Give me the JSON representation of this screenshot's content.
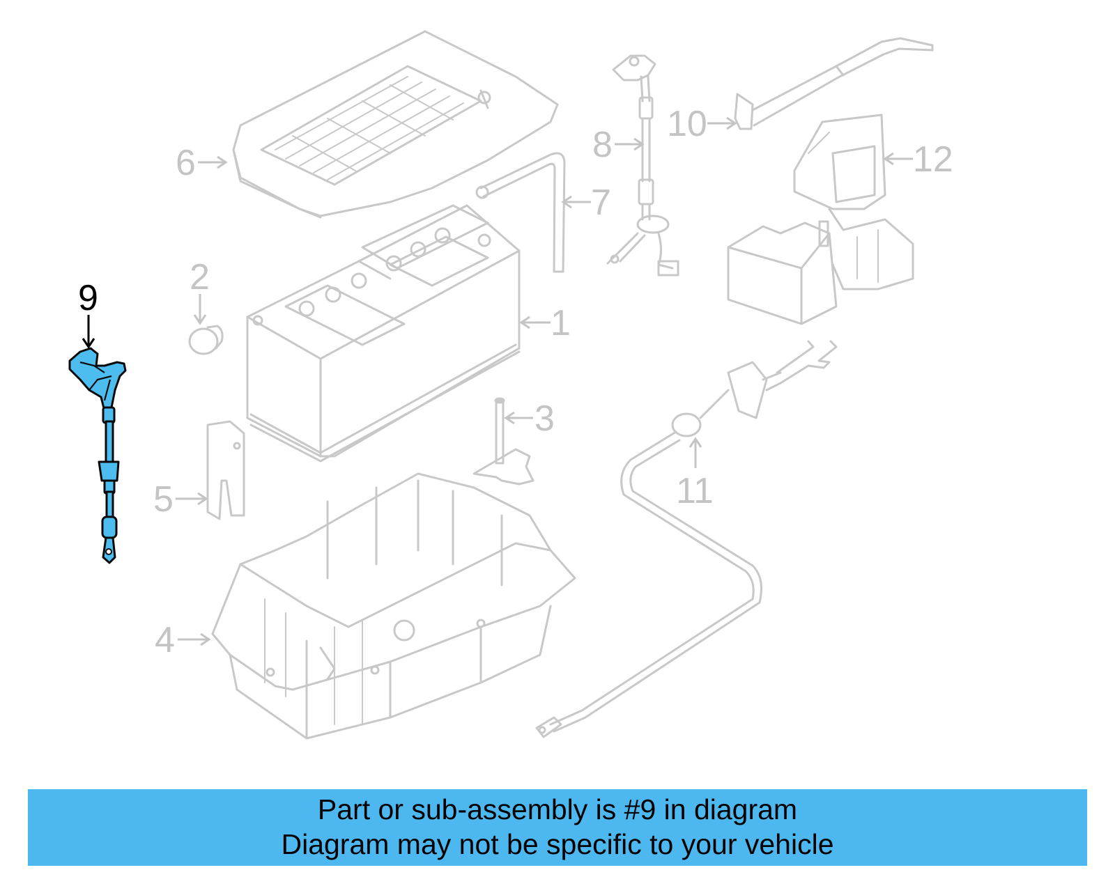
{
  "diagram": {
    "highlight_color": "#4dbdf0",
    "ghost_color": "#c8c8c8",
    "callouts": [
      {
        "id": "1",
        "label": "1"
      },
      {
        "id": "2",
        "label": "2"
      },
      {
        "id": "3",
        "label": "3"
      },
      {
        "id": "4",
        "label": "4"
      },
      {
        "id": "5",
        "label": "5"
      },
      {
        "id": "6",
        "label": "6"
      },
      {
        "id": "7",
        "label": "7"
      },
      {
        "id": "8",
        "label": "8"
      },
      {
        "id": "9",
        "label": "9",
        "highlighted": true
      },
      {
        "id": "10",
        "label": "10"
      },
      {
        "id": "11",
        "label": "11"
      },
      {
        "id": "12",
        "label": "12"
      }
    ]
  },
  "banner": {
    "color": "#4db8f0",
    "line1": "Part or sub-assembly is #9 in diagram",
    "line2": "Diagram may not be specific to your vehicle"
  }
}
